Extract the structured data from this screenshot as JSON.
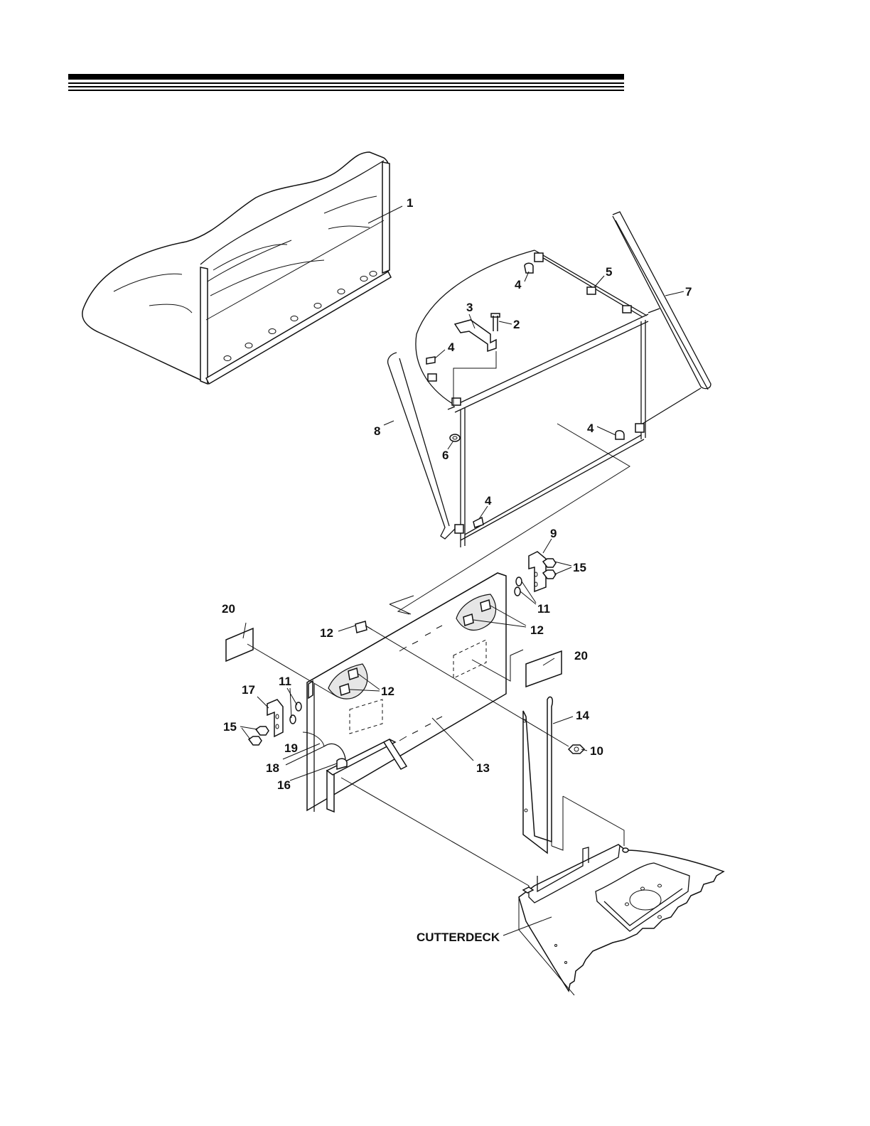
{
  "diagram": {
    "callouts": [
      {
        "id": "c1",
        "text": "1"
      },
      {
        "id": "c2",
        "text": "2"
      },
      {
        "id": "c3",
        "text": "3"
      },
      {
        "id": "c4a",
        "text": "4"
      },
      {
        "id": "c4b",
        "text": "4"
      },
      {
        "id": "c4c",
        "text": "4"
      },
      {
        "id": "c4d",
        "text": "4"
      },
      {
        "id": "c5",
        "text": "5"
      },
      {
        "id": "c6",
        "text": "6"
      },
      {
        "id": "c7",
        "text": "7"
      },
      {
        "id": "c8",
        "text": "8"
      },
      {
        "id": "c9",
        "text": "9"
      },
      {
        "id": "c10",
        "text": "10"
      },
      {
        "id": "c11a",
        "text": "11"
      },
      {
        "id": "c11b",
        "text": "11"
      },
      {
        "id": "c12a",
        "text": "12"
      },
      {
        "id": "c12b",
        "text": "12"
      },
      {
        "id": "c12c",
        "text": "12"
      },
      {
        "id": "c13",
        "text": "13"
      },
      {
        "id": "c14",
        "text": "14"
      },
      {
        "id": "c15a",
        "text": "15"
      },
      {
        "id": "c15b",
        "text": "15"
      },
      {
        "id": "c16",
        "text": "16"
      },
      {
        "id": "c17",
        "text": "17"
      },
      {
        "id": "c18",
        "text": "18"
      },
      {
        "id": "c19",
        "text": "19"
      },
      {
        "id": "c20a",
        "text": "20"
      },
      {
        "id": "c20b",
        "text": "20"
      }
    ],
    "cutterdeck_label": "CUTTERDECK"
  }
}
